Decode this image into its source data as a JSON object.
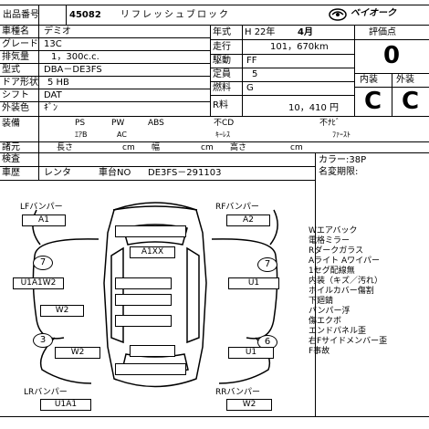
{
  "header": {
    "auction_no_label": "出品番号",
    "auction_no": "45082",
    "title": "リフレッシュブロック",
    "logo_text": "ベイオーク"
  },
  "left_labels": [
    "車種名",
    "グレード",
    "排気量",
    "型式",
    "ドア形状",
    "シフト",
    "外装色"
  ],
  "car": {
    "name": "デミオ",
    "grade": "13C",
    "displacement": "1，300c.c.",
    "model": "DBA－DE3FS",
    "door": "5 HB",
    "shift": "DAT",
    "color": "ｷﾞﾝ"
  },
  "mid_labels": [
    "年式",
    "走行",
    "駆動",
    "定員",
    "燃料",
    "R料"
  ],
  "mid": {
    "year": "H 22年",
    "month": "4月",
    "mileage": "101，670km",
    "drive": "FF",
    "capacity": "5",
    "fuel": "G",
    "recycle_fee": "10，410 円"
  },
  "score": {
    "label": "評価点",
    "value": "0",
    "interior_label": "内装",
    "exterior_label": "外装",
    "interior": "C",
    "exterior": "C"
  },
  "equipment": {
    "label": "装備",
    "row1": [
      "PS",
      "PW",
      "ABS",
      "不CD",
      "不ﾅﾋﾞ"
    ],
    "row2": [
      "ｴｱB",
      "AC",
      "ｷｰﾚｽ",
      "ﾌｧｰｽﾄ"
    ]
  },
  "dims": {
    "label": "諸元",
    "length": "長さ",
    "width": "幅",
    "height": "高さ",
    "unit": "cm"
  },
  "inspection": {
    "label": "検査",
    "history_label": "車歴",
    "history": "レンタ",
    "chassis_label": "車台NO",
    "chassis": "DE3FS－291103",
    "color_code": "カラー:38P",
    "name_change": "名変期限:"
  },
  "diagram": {
    "lf_label": "LFバンパー",
    "lf_code": "A1",
    "rf_label": "RFバンパー",
    "rf_code": "A2",
    "hood_code": "A1XX",
    "circle_front_left": "7",
    "circle_front_right": "7",
    "left_front_door": "U1A1W2",
    "right_front_door": "U1",
    "left_rear_door": "W2",
    "circle_rear_left": "3",
    "circle_rear_right": "6",
    "left_rear_quarter": "W2",
    "right_rear_quarter": "U1",
    "lr_label": "LRバンパー",
    "lr_code": "U1A1",
    "rr_label": "RRバンパー",
    "rr_code": "W2"
  },
  "notes": [
    "Wエアバック",
    "電格ミラー",
    "Rダークガラス",
    "Aライト Aワイパー",
    "1セグ配線無",
    "内装（キズ／汚れ）",
    "ホイルカバー傷割",
    "下廻錆",
    "バンパー浮",
    "傷エクボ",
    "エンドパネル歪",
    "右Fサイドメンバー歪",
    "F事故"
  ]
}
